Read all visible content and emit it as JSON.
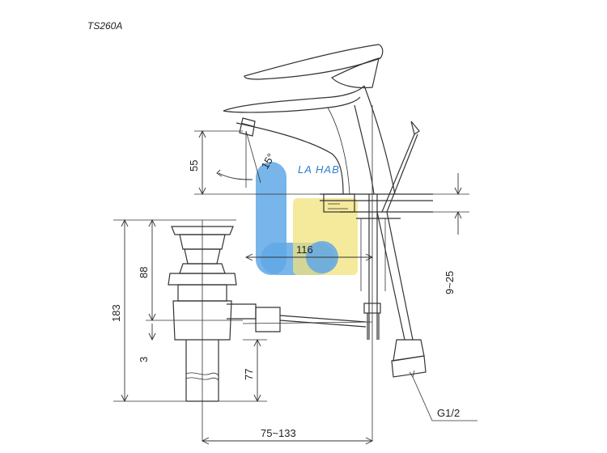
{
  "model_code": "TS260A",
  "watermark_text": "LA HAB",
  "dimensions": {
    "spout_height": "55",
    "angle": "15°",
    "reach": "116",
    "overall_height": "183",
    "drain_height": "88",
    "drain_offset": "3",
    "tail_length": "77",
    "deck_thickness": "9~25",
    "hose_spacing": "75~133",
    "thread": "G1/2"
  },
  "colors": {
    "line": "#333333",
    "watermark_blue": "#5fa8e6",
    "watermark_yellow": "#f1e27a"
  }
}
